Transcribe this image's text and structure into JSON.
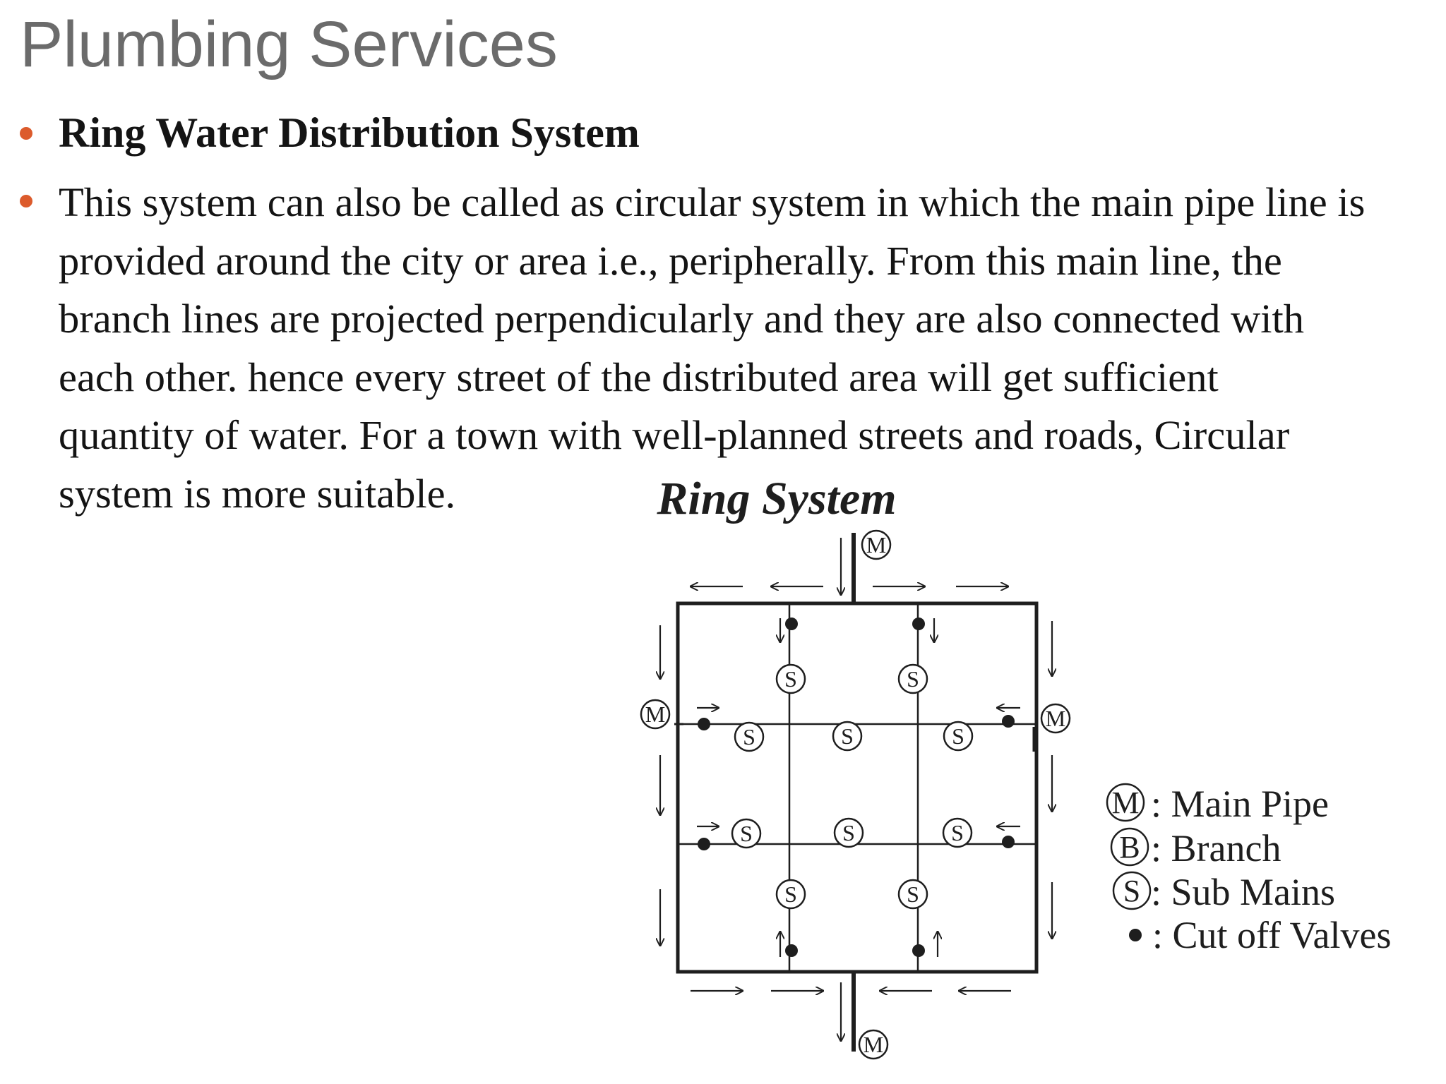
{
  "title": "Plumbing Services",
  "bullets": [
    {
      "text": "Ring Water Distribution System",
      "bold": true
    },
    {
      "lines": [
        "This system can also be called as circular system in which the main pipe line is",
        "provided around the city or area i.e., peripherally. From this main line, the",
        "branch lines are projected perpendicularly and they are also connected with",
        "each other. hence every street of the distributed area will get sufficient",
        "quantity of water. For a town with well-planned streets and roads, Circular",
        "system is more suitable."
      ]
    }
  ],
  "diagram": {
    "title": "Ring System",
    "main_symbol": "M",
    "sub_symbol": "S",
    "legend": [
      {
        "symbol": "M",
        "label": ": Main Pipe"
      },
      {
        "symbol": "B",
        "label": ": Branch"
      },
      {
        "symbol": "S",
        "label": ": Sub Mains"
      },
      {
        "symbol": "dot-icon",
        "label": ": Cut off Valves"
      }
    ]
  },
  "colors": {
    "title": "#6b6b6b",
    "bullet": "#dc5b2c",
    "body_text": "#141414",
    "diagram_ink": "#1e1e1e"
  }
}
